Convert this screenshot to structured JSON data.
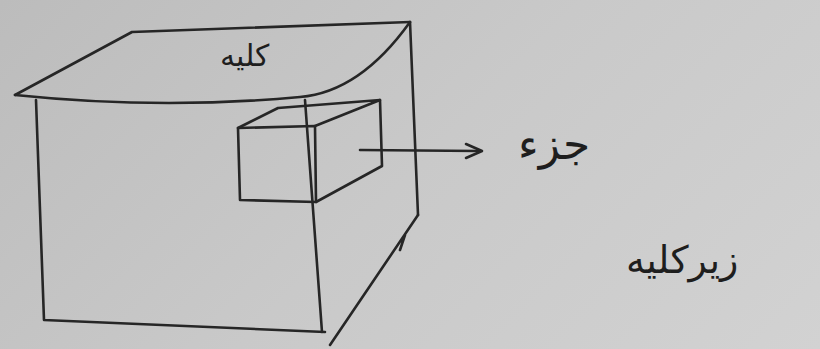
{
  "diagram": {
    "nodes": [
      {
        "text": [
          "کلیه"
        ]
      }
    ],
    "labels": [
      "جزء",
      "زیرکلیه"
    ]
  }
}
